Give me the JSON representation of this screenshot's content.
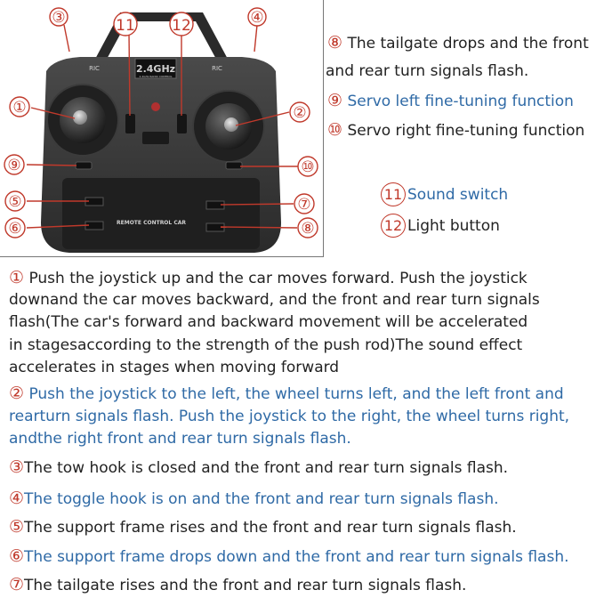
{
  "figure": {
    "brand_text": "2.4GHz",
    "brand_sub": "2.4GHz RADIO CONTROL",
    "ric_left": "RIC",
    "ric_right": "RIC",
    "panel_text": "REMOTE CONTROL CAR",
    "callouts": [
      "①",
      "②",
      "③",
      "④",
      "⑤",
      "⑥",
      "⑧",
      "⑨",
      "⑩",
      "11",
      "12",
      "⑦"
    ]
  },
  "right_notes": {
    "n8_num": "⑧",
    "n8_line1": " The tailgate drops and the front",
    "n8_line2": "and rear turn signals flash.",
    "n9_num": "⑨",
    "n9_text": " Servo left fine-tuning function",
    "n10_num": "⑩",
    "n10_text": " Servo right fine-tuning function",
    "n11_num": "11",
    "n11_text": "Sound switch",
    "n12_num": "12",
    "n12_text": "Light button"
  },
  "items": {
    "i1_num": "①",
    "i1_l1": " Push the joystick up and the car moves forward. Push the joystick",
    "i1_l2": "downand the car moves backward, and the front and rear turn signals",
    "i1_l3": "flash(The car's forward and backward movement will be accelerated",
    "i1_l4": "in stagesaccording to the strength of the push rod)The sound effect",
    "i1_l5": "accelerates in stages when moving forward",
    "i2_num": "②",
    "i2_l1": " Push the joystick to the left, the wheel turns left, and the left front and",
    "i2_l2": "rearturn signals flash. Push the joystick to the right, the wheel turns right,",
    "i2_l3": "andthe right front and rear turn signals flash.",
    "i3_num": "③",
    "i3_text": "The tow hook is closed and the front and rear turn signals flash.",
    "i4_num": "④",
    "i4_text": "The toggle hook is on and the front and rear turn signals flash.",
    "i5_num": "⑤",
    "i5_text": "The support frame rises and the front and rear turn signals flash.",
    "i6_num": "⑥",
    "i6_text": "The support frame drops down and the front and rear turn signals flash.",
    "i7_num": "⑦",
    "i7_text": "The tailgate rises and the front and rear turn signals flash."
  }
}
